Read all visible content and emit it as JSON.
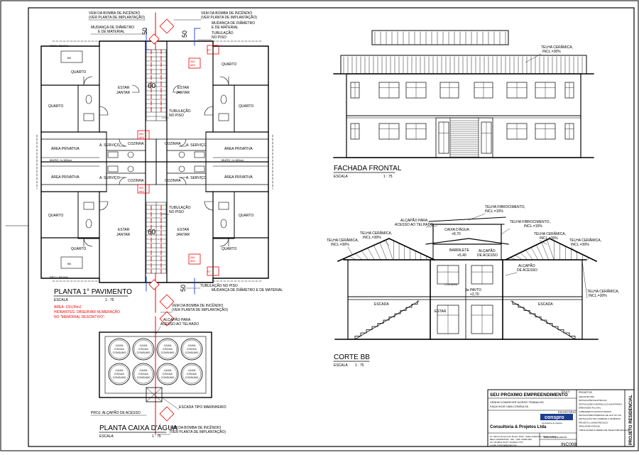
{
  "plan1": {
    "title": "PLANTA 1° PAVIMENTO",
    "scale_label": "ESCALA",
    "scale": "1 : 75",
    "area": "ÁREA: 150,05m2",
    "hydrant_note_1": "HIDRANTES: OBSERVAR NUMERAÇÃO",
    "hydrant_note_2": "NO \"MEMORIAL DESCRITIVO\".",
    "rooms": {
      "quarto": "QUARTO",
      "estar": "ESTAR",
      "jantar": "JANTAR",
      "cozinha": "COZINHA",
      "servico": "A. SERVIÇO",
      "privativa": "ÁREA PRIVATIVA",
      "prol_beiral": "PROJ. BEIRAL",
      "muro": "MURO, h=180cm",
      "bk": "BK"
    },
    "notes": {
      "bomba_1": "VEM DA BOMBA DE INCÊNDIO",
      "bomba_2": "(VER PLANTA DE IMPLANTAÇÃO)",
      "diam_1": "MUDANÇA DE DIÂMETRO",
      "diam_2": "E DE MATERIAL",
      "tub_1": "TUBULAÇÃO",
      "tub_2": "NO PISO",
      "tub_single": "TUBULAÇÃO NO PISO",
      "diam_single": "MUDANÇA DE DIÂMETRO E DE MATERIAL",
      "diam_a": "50",
      "diam_b": "60",
      "inc": "INC",
      "inc_n1": "#63",
      "e7": "E7"
    }
  },
  "caixa": {
    "title": "PLANTA CAIXA D'ÁGUA",
    "scale_label": "ESCALA",
    "scale": "1 : 75",
    "tank_1": "CAIXA",
    "tank_2": "D'ÁGUA",
    "tank_3": "CONSUMO",
    "acesso_1": "ALÇAPÃO PARA",
    "acesso_2": "ACESSO AO TELHADO",
    "marinheiro": "ESCADA TIPO MARINHEIRO",
    "prol_alcapao": "PROJ. ALÇAPÃO DE ACESSO"
  },
  "fachada": {
    "title": "FACHADA FRONTAL",
    "scale_label": "ESCALA",
    "scale": "1 : 75",
    "roof_1": "TELHA CERÂMICA,",
    "roof_2": "INCL.=30%"
  },
  "corte": {
    "title": "CORTE BB",
    "scale_label": "ESCALA",
    "scale": "1 : 75",
    "fibro_1": "TELHA FIBROCIMENTO,",
    "fibro_2": "INCL.=15%",
    "ceram_1": "TELHA CERÂMICA,",
    "ceram_2": "INCL.=30%",
    "alcapao_1": "ALÇAPÃO PARA",
    "alcapao_2": "ACESSO AO TELHADO",
    "alcapao_3": "ALÇAPÃO",
    "alcapao_4": "DE ACESSO",
    "caixa_1": "CAIXA D'ÁGUA",
    "caixa_2": "+8,70",
    "barrilete_1": "BARRILETE",
    "barrilete_2": "+5,40",
    "cozinha": "COZINHA",
    "pavto_1": "3a PAVTO",
    "pavto_2": "+2,70",
    "escada": "ESCADA",
    "estar": "ESTAR"
  },
  "title_block": {
    "project": "SEU PRÓXIMO EMPREENDIMENTO",
    "line_1": "VENHA CONHECER NOSSO TRABALHO",
    "line_2": "FAÇA HOJE UMA CONSULTA",
    "escritorio": "ESCRITÓRIO",
    "logo": "conspro",
    "logo_tag": "consultoria & projetos",
    "company": "Consultoria & Projetos Ltda",
    "address_1": "Av. Santos Dumont de Moura, 4040 - Salas 2102/1103 - Bairro Gabaiti -",
    "address_2": "BELO HORIZONTE - MG - CEP: 00000-000",
    "phone": "Tel: (31)0011-6178 / (31)0011-7707",
    "email": "e-mail: consproj@gmail.com",
    "site": "www.conspro.com.br",
    "sheet_code": "INC008",
    "titulo_label": "TÍTULO",
    "projetos_label": "PROJETOS",
    "projects": [
      "ARQUITETURA",
      "INSTALAÇÕES ELÉTRICAS",
      "INSTALAÇÕES HIDRÁULICO-SANITÁRIAS",
      "DRENAGEM PLUVIAL",
      "CABEAMENTO ESTRUTURADO",
      "INSTALAÇÕES PREDIAIS DE GLP OU GN",
      "INSTALAÇÃO DE COMBATE A INCÊNDIO",
      "PROJETO LUMINOTÉCNICO",
      "SPDA (PARA-RAIOS)",
      "TUBULAÇÕES E REDES DE TELECOMUNICAÇÃO"
    ],
    "vertical": "PROJETO RESIDENCIAL"
  }
}
